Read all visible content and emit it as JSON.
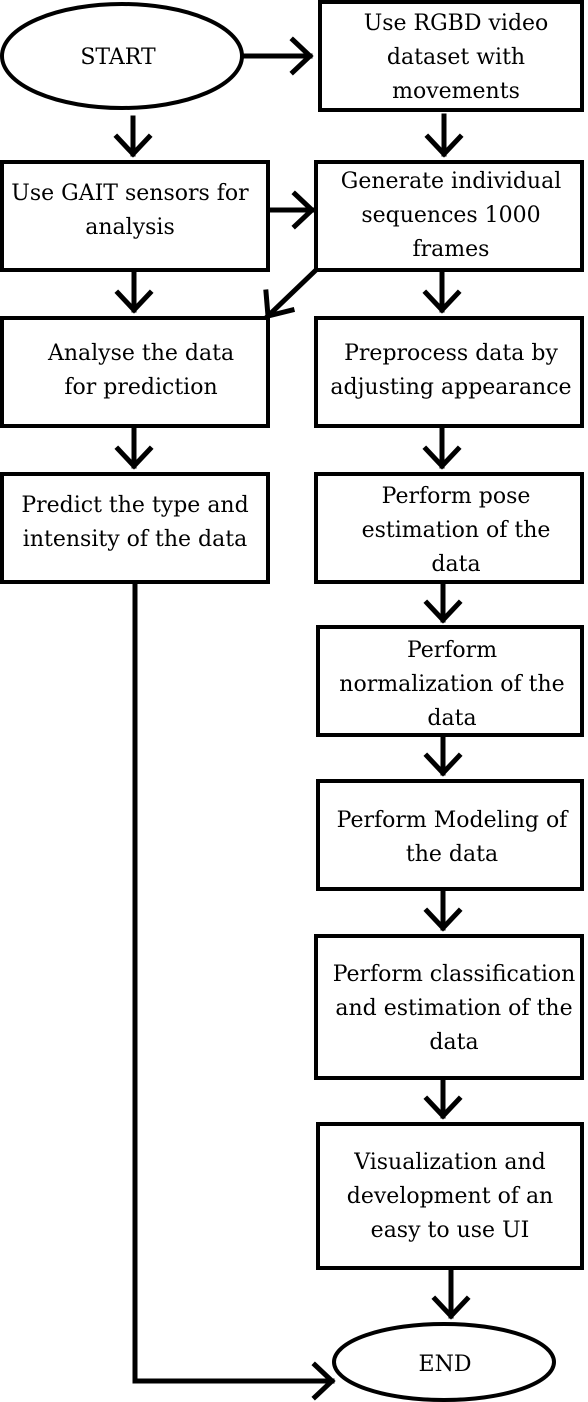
{
  "diagram": {
    "nodes": {
      "start": {
        "shape": "ellipse",
        "lines": [
          "START"
        ]
      },
      "rgbd": {
        "shape": "box",
        "lines": [
          "Use RGBD video",
          "dataset with",
          "movements"
        ]
      },
      "gait": {
        "shape": "box",
        "lines": [
          "Use GAIT sensors for",
          "analysis"
        ]
      },
      "generate": {
        "shape": "box",
        "lines": [
          "Generate individual",
          "sequences 1000",
          "frames"
        ]
      },
      "analyse": {
        "shape": "box",
        "lines": [
          "Analyse the data",
          "for prediction"
        ]
      },
      "preprocess": {
        "shape": "box",
        "lines": [
          "Preprocess data by",
          "adjusting appearance"
        ]
      },
      "predict": {
        "shape": "box",
        "lines": [
          "Predict the type and",
          "intensity of the data"
        ]
      },
      "pose": {
        "shape": "box",
        "lines": [
          "Perform pose",
          "estimation of the",
          "data"
        ]
      },
      "normalize": {
        "shape": "box",
        "lines": [
          "Perform",
          "normalization of the",
          "data"
        ]
      },
      "modeling": {
        "shape": "box",
        "lines": [
          "Perform Modeling of",
          "the data"
        ]
      },
      "classification": {
        "shape": "box",
        "lines": [
          "Perform classification",
          "and estimation of the",
          "data"
        ]
      },
      "visualization": {
        "shape": "box",
        "lines": [
          "Visualization and",
          "development of an",
          "easy to use UI"
        ]
      },
      "end": {
        "shape": "ellipse",
        "lines": [
          "END"
        ]
      }
    },
    "edges": [
      {
        "from": "start",
        "to": "rgbd"
      },
      {
        "from": "start",
        "to": "gait"
      },
      {
        "from": "rgbd",
        "to": "generate"
      },
      {
        "from": "gait",
        "to": "generate"
      },
      {
        "from": "gait",
        "to": "analyse"
      },
      {
        "from": "generate",
        "to": "analyse"
      },
      {
        "from": "generate",
        "to": "preprocess"
      },
      {
        "from": "analyse",
        "to": "predict"
      },
      {
        "from": "preprocess",
        "to": "pose"
      },
      {
        "from": "pose",
        "to": "normalize"
      },
      {
        "from": "normalize",
        "to": "modeling"
      },
      {
        "from": "modeling",
        "to": "classification"
      },
      {
        "from": "classification",
        "to": "visualization"
      },
      {
        "from": "visualization",
        "to": "end"
      },
      {
        "from": "predict",
        "to": "end"
      }
    ]
  }
}
